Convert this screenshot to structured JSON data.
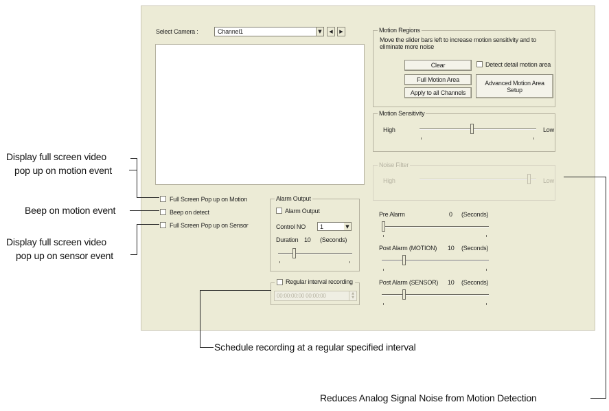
{
  "camera": {
    "label": "Select Camera :",
    "value": "Channel1"
  },
  "motion_regions": {
    "title": "Motion Regions",
    "hint_line1": "Move the slider bars left to increase motion sensitivity and to",
    "hint_line2": "eliminate more noise",
    "clear": "Clear",
    "detect_detail": "Detect detail motion area",
    "full_motion_area": "Full Motion Area",
    "apply_all": "Apply to all Channels",
    "advanced_line1": "Advanced Motion Area",
    "advanced_line2": "Setup"
  },
  "motion_sensitivity": {
    "title": "Motion Sensitivity",
    "high": "High",
    "low": "Low",
    "level": 0.45
  },
  "noise_filter": {
    "title": "Noise Filter",
    "high": "High",
    "low": "Low",
    "level": 0.95
  },
  "options": {
    "fullscreen_motion": "Full Screen Pop up on Motion",
    "beep": "Beep on detect",
    "fullscreen_sensor": "Full Screen Pop up on Sensor"
  },
  "alarm_output": {
    "title": "Alarm Output",
    "checkbox": "Alarm Output",
    "control_label": "Control NO",
    "control_value": "1",
    "duration_label": "Duration",
    "duration_value": "10",
    "duration_unit": "(Seconds)",
    "level": 0.2
  },
  "pre_alarm": {
    "label": "Pre Alarm",
    "value": "0",
    "unit": "(Seconds)",
    "level": 0.0
  },
  "post_alarm_motion": {
    "label": "Post Alarm (MOTION)",
    "value": "10",
    "unit": "(Seconds)",
    "level": 0.2
  },
  "post_alarm_sensor": {
    "label": "Post Alarm (SENSOR)",
    "value": "10",
    "unit": "(Seconds)",
    "level": 0.2
  },
  "regular_interval": {
    "label": "Regular interval recording",
    "time_value": "00:00:00:00   00:00:00"
  },
  "annotations": {
    "fs_motion_line1": "Display full screen video",
    "fs_motion_line2": "pop up on motion event",
    "beep": "Beep on motion event",
    "fs_sensor_line1": "Display full screen video",
    "fs_sensor_line2": "pop up on sensor event",
    "schedule": "Schedule recording at a regular specified interval",
    "noise": "Reduces Analog Signal Noise from Motion Detection"
  }
}
